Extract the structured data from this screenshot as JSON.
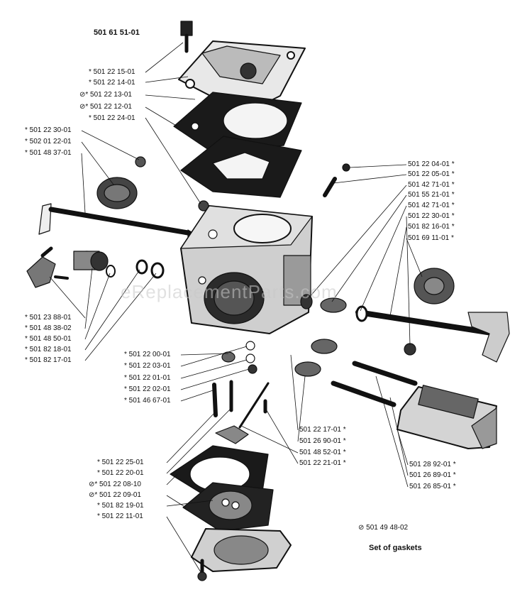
{
  "diagram": {
    "top_part_number": "501 61 51-01",
    "caption": "Set of gaskets",
    "gasket_set_number": "⊘ 501 49 48-02",
    "watermark": "eReplacementParts.com",
    "left_labels": [
      "* 501 22 15-01",
      "* 501 22 14-01",
      "⊘* 501 22 13-01",
      "⊘* 501 22 12-01",
      "* 501 22 24-01",
      "* 501 22 30-01",
      "* 502 01 22-01",
      "* 501 48 37-01",
      "* 501 23 88-01",
      "* 501 48 38-02",
      "* 501 48 50-01",
      "* 501 82 18-01",
      "* 501 82 17-01",
      "* 501 22 00-01",
      "* 501 22 03-01",
      "* 501 22 01-01",
      "* 501 22 02-01",
      "* 501 46 67-01",
      "* 501 22 25-01",
      "* 501 22 20-01",
      "⊘* 501 22 08-10",
      "⊘* 501 22 09-01",
      "* 501 82 19-01",
      "* 501 22 11-01"
    ],
    "right_labels": [
      "501 22 04-01 *",
      "501 22 05-01 *",
      "501 42 71-01 *",
      "501 55 21-01 *",
      "501 42 71-01 *",
      "501 22 30-01 *",
      "501 82 16-01 *",
      "501 69 11-01 *"
    ],
    "middle_labels": [
      "501 22 17-01 *",
      "501 26 90-01 *",
      "501 48 52-01 *",
      "501 22 21-01 *"
    ],
    "lower_right_labels": [
      "501 28 92-01 *",
      "501 26 89-01 *",
      "501 26 85-01 *"
    ]
  }
}
